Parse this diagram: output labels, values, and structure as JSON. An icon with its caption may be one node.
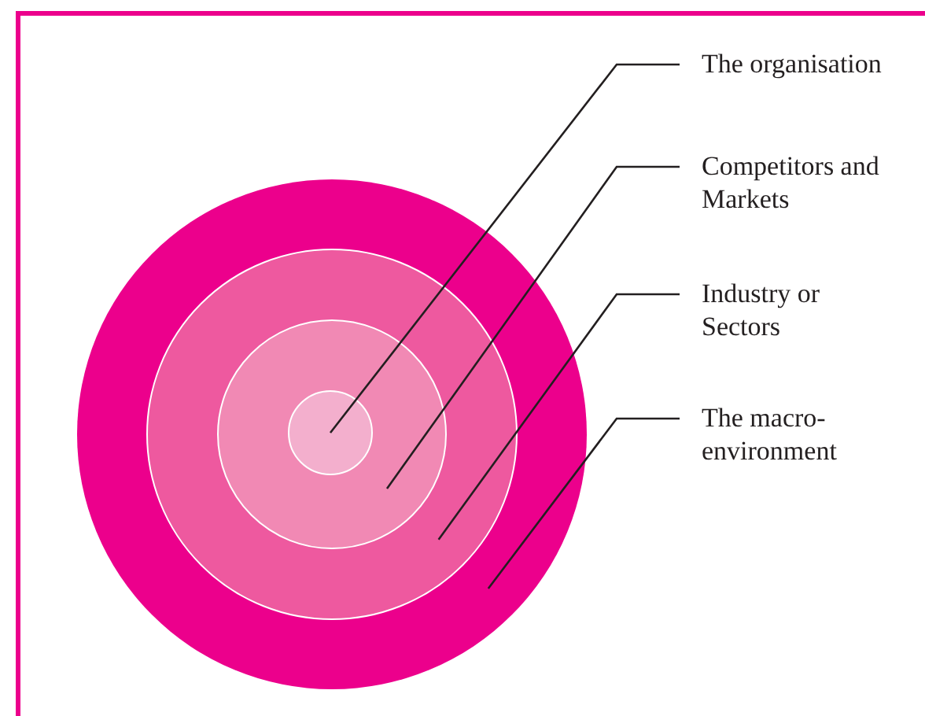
{
  "diagram": {
    "nodes": [
      {
        "text": [
          "The organisation"
        ]
      },
      {
        "text": [
          "Competitors and Markets"
        ]
      },
      {
        "text": [
          "Industry or Sectors"
        ]
      },
      {
        "text": [
          "The macro-environment"
        ]
      },
      {
        "text": [],
        "shape": "circle"
      },
      {
        "text": [],
        "shape": "circle",
        "in": 4
      },
      {
        "text": [],
        "shape": "circle",
        "in": 5
      },
      {
        "text": [],
        "shape": "circle",
        "in": 6
      }
    ],
    "edges": [
      {
        "from": 0,
        "to": 7,
        "arrow": "none"
      },
      {
        "from": 1,
        "to": 6,
        "arrow": "none"
      },
      {
        "from": 2,
        "to": 5,
        "arrow": "none"
      },
      {
        "from": 3,
        "to": 4,
        "arrow": "none"
      }
    ]
  }
}
